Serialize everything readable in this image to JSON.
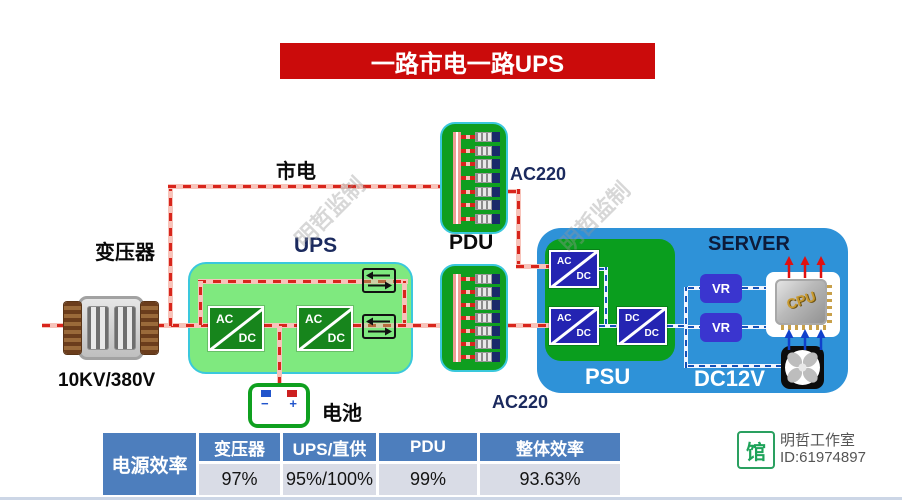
{
  "title": "一路市电一路UPS",
  "nodes": {
    "transformer_label": "变压器",
    "transformer_rating": "10KV/380V",
    "mains_label": "市电",
    "ups_label": "UPS",
    "battery_label": "电池",
    "pdu_label": "PDU",
    "pdu_top_output": "AC220",
    "pdu_bottom_output": "AC220",
    "server_label": "SERVER",
    "psu_label": "PSU",
    "dc_bus_label": "DC12V",
    "cpu_label": "CPU",
    "vr_label": "VR",
    "ac": "AC",
    "dc": "DC",
    "battery_minus": "−",
    "battery_plus": "+"
  },
  "table": {
    "row_label": "电源效率",
    "columns": [
      "变压器",
      "UPS/直供",
      "PDU",
      "整体效率"
    ],
    "values": [
      "97%",
      "95%/100%",
      "99%",
      "93.63%"
    ]
  },
  "watermark": {
    "badge": "馆",
    "studio": "明哲工作室",
    "id": "ID:61974897",
    "diagonal": "明哲监制"
  },
  "colors": {
    "banner_red": "#cb0b0b",
    "ups_green": "#7fe97f",
    "pdu_green": "#0f9e1f",
    "server_blue": "#2e92d8",
    "psu_green": "#0a9e1e",
    "converter_blue": "#2424b2",
    "table_blue": "#4d7ebd",
    "line_salmon": "#f7c3ba",
    "line_dash_red": "#d8251c"
  }
}
